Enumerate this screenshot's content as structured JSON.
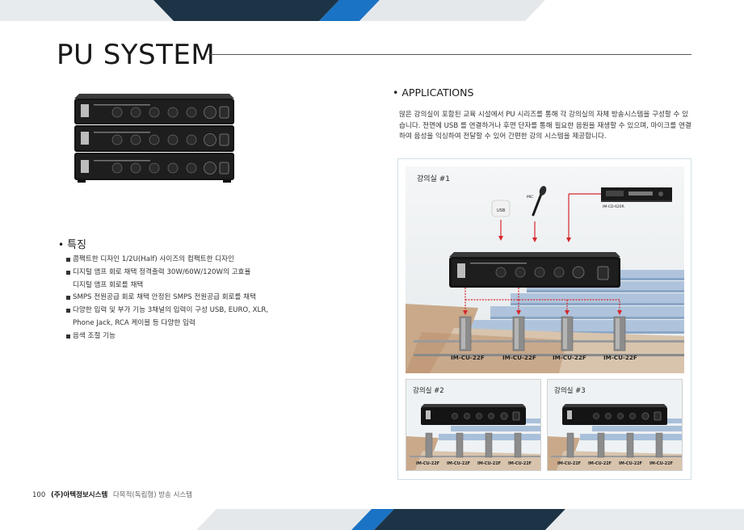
{
  "page": {
    "title": "PU SYSTEM",
    "page_number": "100",
    "company": "(주)아텍정보시스템",
    "subtitle": "다목적(독립형) 방송 시스템"
  },
  "features": {
    "heading": "특징",
    "items": [
      "콤팩트한 디자인 1/2U(Half) 사이즈의 컴팩트한 디자인",
      "디지털 앰프 회로 채택 정격출력 30W/60W/120W의 고효율",
      "디지털 앰프 회로를 채택",
      "SMPS 전원공급 회로 채택 안정된 SMPS 전원공급 회로를 채택",
      "다양한 입력 및 부가 기능 3채널의 입력이 구성 USB, EURO, XLR,",
      "Phone Jack, RCA 케이블 등 다양한 입력",
      "음색 조절 기능"
    ]
  },
  "applications": {
    "heading": "APPLICATIONS",
    "description": "많은 강의실이 포함된 교육 시설에서 PU 시리즈를 통해 각 강의실의 자체 방송시스템을 구성할 수 있습니다. 전면에 USB 를 연결하거나 후면 단자를 통해 필요한 음원을 재생할 수 있으며, 마이크를 연결하여 음성을 익싱하여 전달할 수 있어 간편한 강의 시스템을 제공합니다."
  },
  "diagram": {
    "room1_label": "강의실 #1",
    "room2_label": "강의실 #2",
    "room3_label": "강의실 #3",
    "usb_label": "USB",
    "mic_label": "MIC",
    "cd_label": "IM-CD-620R",
    "speaker_label": "IM-CU-22F",
    "room1_speakers": [
      "IM-CU-22F",
      "IM-CU-22F",
      "IM-CU-22F",
      "IM-CU-22F"
    ],
    "room2_speakers": [
      "IM-CU-22F",
      "IM-CU-22F",
      "IM-CU-22F",
      "IM-CU-22F"
    ],
    "room3_speakers": [
      "IM-CU-22F",
      "IM-CU-22F",
      "IM-CU-22F",
      "IM-CU-22F"
    ]
  },
  "colors": {
    "band_dark": "#1d3446",
    "band_blue": "#1a73c4",
    "band_light": "#e5e8eb",
    "arrow_red": "#d7262b"
  }
}
